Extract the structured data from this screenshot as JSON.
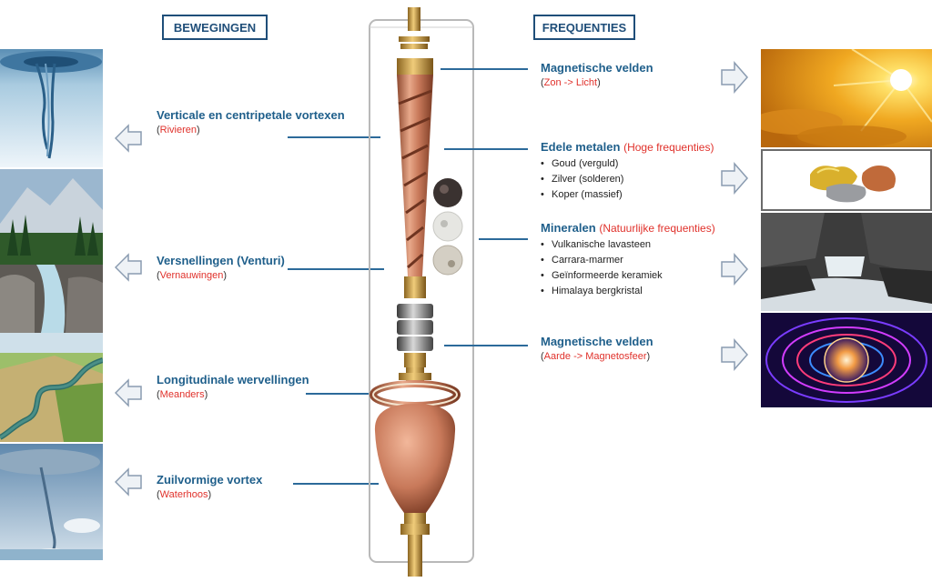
{
  "headers": {
    "left": "BEWEGINGEN",
    "right": "FREQUENTIES"
  },
  "left_callouts": [
    {
      "title": "Verticale en centripetale vortexen",
      "sub": "Rivieren"
    },
    {
      "title": "Versnellingen (Venturi)",
      "sub": "Vernauwingen"
    },
    {
      "title": "Longitudinale wervellingen",
      "sub": "Meanders"
    },
    {
      "title": "Zuilvormige vortex",
      "sub": "Waterhoos"
    }
  ],
  "right_callouts": [
    {
      "title": "Magnetische velden",
      "sub": "Zon -> Licht"
    },
    {
      "title": "Edele metalen",
      "title_red": "Hoge frequenties",
      "items": [
        "Goud (verguld)",
        "Zilver (solderen)",
        "Koper (massief)"
      ]
    },
    {
      "title": "Mineralen",
      "title_red": "Natuurlijke frequenties",
      "items": [
        "Vulkanische lavasteen",
        "Carrara-marmer",
        "Geïnformeerde keramiek",
        "Himalaya bergkristal"
      ]
    },
    {
      "title": "Magnetische velden",
      "sub": "Aarde -> Magnetosfeer"
    }
  ],
  "icons": {
    "arrow_left": "arrow-left-icon",
    "arrow_right": "arrow-right-icon"
  },
  "colors": {
    "title_blue": "#1f5f8b",
    "accent_red": "#e0312b",
    "header_border": "#1f4e79",
    "copper": "#c8795a"
  }
}
